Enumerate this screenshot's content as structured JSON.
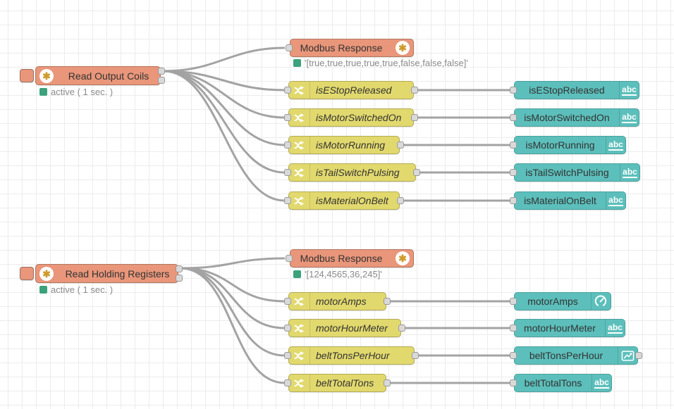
{
  "palette_colors": {
    "modbus_node": "#E9967A",
    "switch_node": "#E2D96E",
    "dashboard_node": "#5CBFBB",
    "status_ok_dot": "#3CA27C",
    "wire": "#a3a3a3"
  },
  "top_flow": {
    "reader": {
      "label": "Read Output Coils",
      "status": "active ( 1 sec. )"
    },
    "response": {
      "label": "Modbus Response",
      "status": "'[true,true,true,true,true,false,false,false]'"
    },
    "switches": [
      {
        "label": "isEStopReleased"
      },
      {
        "label": "isMotorSwitchedOn"
      },
      {
        "label": "isMotorRunning"
      },
      {
        "label": "isTailSwitchPulsing"
      },
      {
        "label": "isMaterialOnBelt"
      }
    ],
    "ui_nodes": [
      {
        "label": "isEStopReleased",
        "icon": "text-abc"
      },
      {
        "label": "isMotorSwitchedOn",
        "icon": "text-abc"
      },
      {
        "label": "isMotorRunning",
        "icon": "text-abc"
      },
      {
        "label": "isTailSwitchPulsing",
        "icon": "text-abc"
      },
      {
        "label": "isMaterialOnBelt",
        "icon": "text-abc"
      }
    ]
  },
  "bottom_flow": {
    "reader": {
      "label": "Read Holding Registers",
      "status": "active ( 1 sec. )"
    },
    "response": {
      "label": "Modbus Response",
      "status": "'[124,4565,36,245]'"
    },
    "switches": [
      {
        "label": "motorAmps"
      },
      {
        "label": "motorHourMeter"
      },
      {
        "label": "beltTonsPerHour"
      },
      {
        "label": "beltTotalTons"
      }
    ],
    "ui_nodes": [
      {
        "label": "motorAmps",
        "icon": "gauge"
      },
      {
        "label": "motorHourMeter",
        "icon": "text-abc"
      },
      {
        "label": "beltTonsPerHour",
        "icon": "chart"
      },
      {
        "label": "beltTotalTons",
        "icon": "text-abc"
      }
    ]
  },
  "icons": {
    "modbus": "asterisk",
    "switch": "shuffle-arrows"
  }
}
